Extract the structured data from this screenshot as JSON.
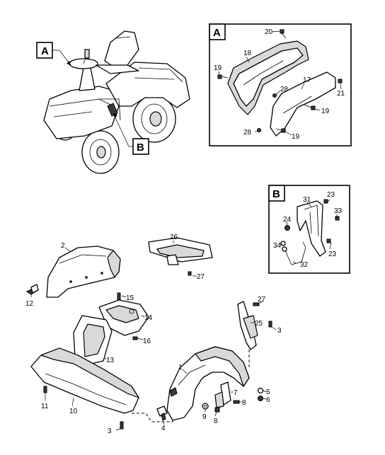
{
  "callouts": {
    "tractor_a": "A",
    "tractor_b": "B",
    "box_a": "A",
    "box_b": "B"
  },
  "box_a_numbers": {
    "n20": "20",
    "n18": "18",
    "n19a": "19",
    "n17": "17",
    "n21": "21",
    "n28a": "28",
    "n19b": "19",
    "n28b": "28",
    "n19c": "19"
  },
  "box_b_numbers": {
    "n31": "31",
    "n23a": "23",
    "n24": "24",
    "n33": "33",
    "n34": "34",
    "n23b": "23",
    "n32": "32"
  },
  "main_numbers": {
    "n2": "2",
    "n12": "12",
    "n26": "26",
    "n27a": "27",
    "n15": "15",
    "n14": "14",
    "n16": "16",
    "n13": "13",
    "n27b": "27",
    "n25": "25",
    "n3a": "3",
    "n1": "1",
    "n7": "7",
    "n5": "5",
    "n6": "6",
    "n8a": "8",
    "n9": "9",
    "n8b": "8",
    "n11": "11",
    "n10": "10",
    "n3b": "3",
    "n4": "4"
  }
}
